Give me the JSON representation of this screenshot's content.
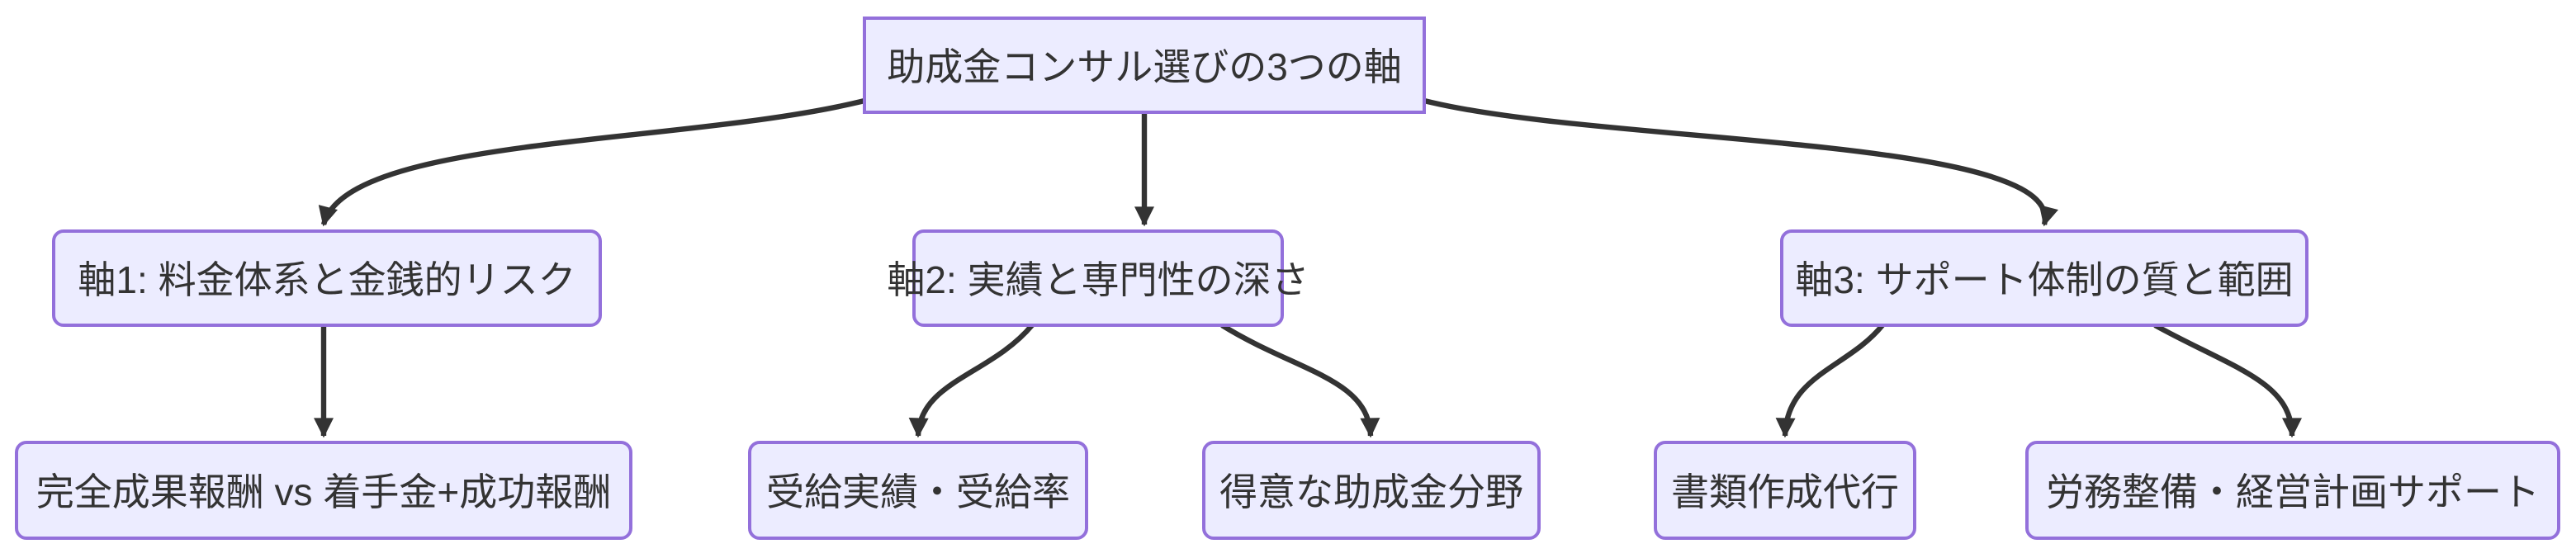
{
  "diagram": {
    "type": "flowchart",
    "direction": "top-down",
    "nodes": {
      "root": {
        "id": "root",
        "label": "助成金コンサル選びの3つの軸",
        "shape": "rect"
      },
      "axis1": {
        "id": "axis1",
        "label": "軸1: 料金体系と金銭的リスク",
        "shape": "rounded"
      },
      "axis2": {
        "id": "axis2",
        "label": "軸2: 実績と専門性の深さ",
        "shape": "rounded"
      },
      "axis3": {
        "id": "axis3",
        "label": "軸3: サポート体制の質と範囲",
        "shape": "rounded"
      },
      "fee": {
        "id": "fee",
        "label": "完全成果報酬 vs 着手金+成功報酬",
        "shape": "rounded"
      },
      "track": {
        "id": "track",
        "label": "受給実績・受給率",
        "shape": "rounded"
      },
      "field": {
        "id": "field",
        "label": "得意な助成金分野",
        "shape": "rounded"
      },
      "docs": {
        "id": "docs",
        "label": "書類作成代行",
        "shape": "rounded"
      },
      "labor": {
        "id": "labor",
        "label": "労務整備・経営計画サポート",
        "shape": "rounded"
      }
    },
    "edges": [
      {
        "from": "root",
        "to": "axis1",
        "arrow": "filled-triangle"
      },
      {
        "from": "root",
        "to": "axis2",
        "arrow": "filled-triangle"
      },
      {
        "from": "root",
        "to": "axis3",
        "arrow": "filled-triangle"
      },
      {
        "from": "axis1",
        "to": "fee",
        "arrow": "filled-triangle"
      },
      {
        "from": "axis2",
        "to": "track",
        "arrow": "filled-triangle"
      },
      {
        "from": "axis2",
        "to": "field",
        "arrow": "filled-triangle"
      },
      {
        "from": "axis3",
        "to": "docs",
        "arrow": "filled-triangle"
      },
      {
        "from": "axis3",
        "to": "labor",
        "arrow": "filled-triangle"
      }
    ],
    "colors": {
      "background": "#FFFFFF",
      "node_fill": "#ECECFF",
      "node_border": "#9370DB",
      "edge_line": "#333333",
      "text": "#333333"
    }
  }
}
